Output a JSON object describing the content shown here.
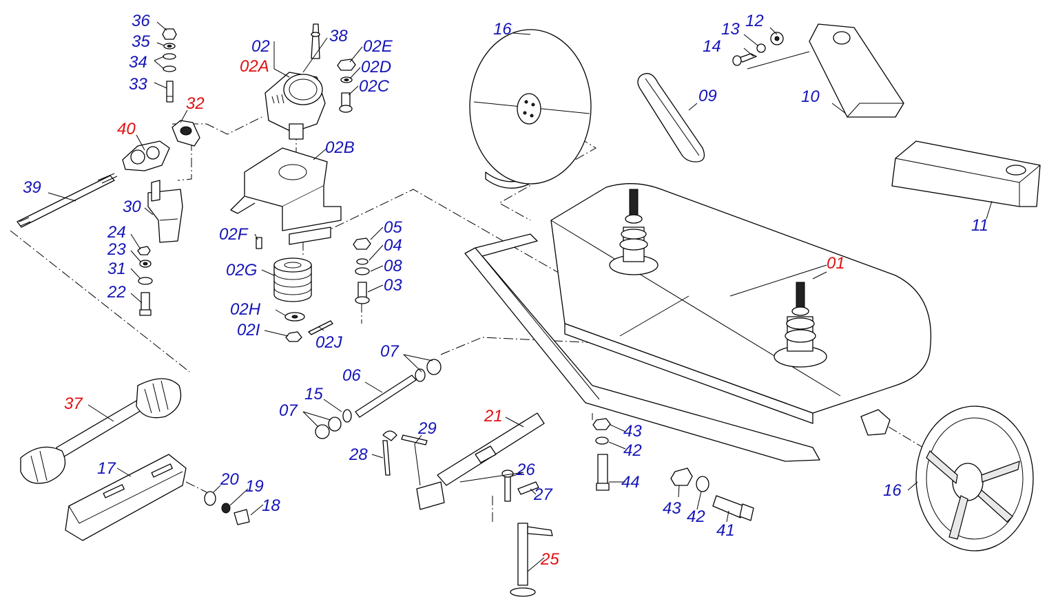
{
  "diagram": {
    "colors": {
      "blue": "#1414b8",
      "red": "#e01010",
      "line": "#000000"
    },
    "labels": {
      "l36": "36",
      "l35": "35",
      "l34": "34",
      "l33": "33",
      "l32": "32",
      "l40": "40",
      "l39": "39",
      "l30": "30",
      "l24": "24",
      "l23": "23",
      "l31": "31",
      "l22": "22",
      "l02": "02",
      "l02A": "02A",
      "l38": "38",
      "l02E": "02E",
      "l02D": "02D",
      "l02C": "02C",
      "l02B": "02B",
      "l02F": "02F",
      "l02G": "02G",
      "l02H": "02H",
      "l02I": "02I",
      "l02J": "02J",
      "l05": "05",
      "l04": "04",
      "l08": "08",
      "l03": "03",
      "l16a": "16",
      "l16b": "16",
      "l09": "09",
      "l13": "13",
      "l12": "12",
      "l14": "14",
      "l10": "10",
      "l11": "11",
      "l01": "01",
      "l07a": "07",
      "l07b": "07",
      "l06": "06",
      "l15": "15",
      "l37": "37",
      "l17": "17",
      "l20": "20",
      "l19": "19",
      "l18": "18",
      "l21": "21",
      "l29": "29",
      "l28": "28",
      "l26": "26",
      "l27": "27",
      "l25": "25",
      "l43a": "43",
      "l42a": "42",
      "l44": "44",
      "l43b": "43",
      "l42b": "42",
      "l41": "41"
    }
  }
}
